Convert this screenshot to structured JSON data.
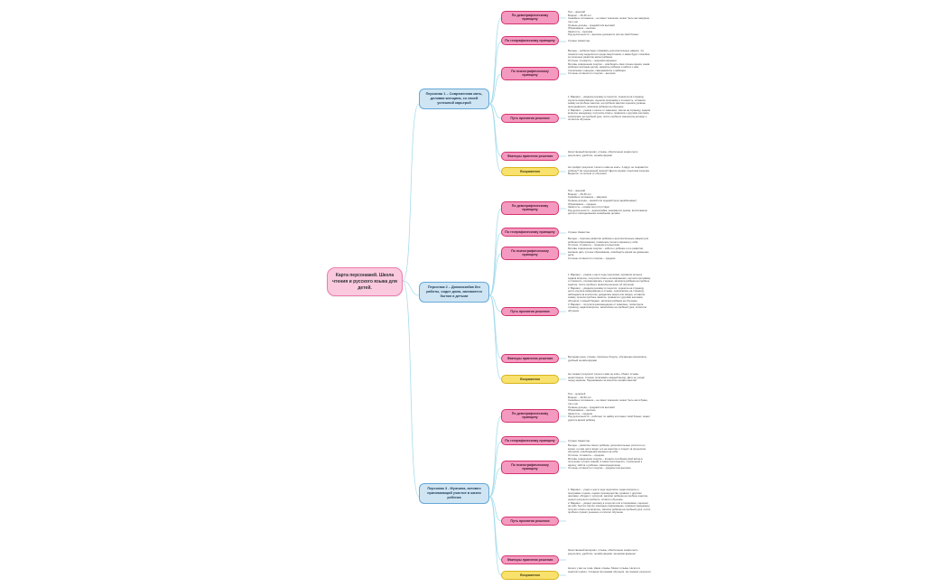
{
  "root": {
    "title": "Карта персонажей. Школа чтения и русского языка для детей."
  },
  "personas": [
    {
      "name": "Персонаж 1 – Современная мать, деловая женщина, со своей успешной карьерой",
      "branches": [
        {
          "label": "По демографическому принципу",
          "text": "Пол – женский\nВозраст – 25-45 лет\nСемейное положение – не имеет значения, может быть как замужем, так и нет\nУровень дохода – средний или высокий\nОбразование – высшее\nЗанятость – высокая\nРод деятельности – высокие должности или же свой бизнес"
        },
        {
          "label": "По географическому принципу",
          "text": "Страна: Казахстан"
        },
        {
          "label": "По психографическому принципу",
          "text": "Выгоды – ребёнок будет осваивать дополнительные навыки, что позволит ему выделяться среди сверстников, и мама будет спокойна за успешное развитие жизни ребёнка.\nОтличие, стоимость – экономия времени.\nМотивы совершения покупки – освободить своё личное время, заняв ребёнка полезным делом, развитие ребёнка и забота о нём, стремление к карьере, саморазвитию и амбиции.\nСтепень готовности к покупке – высокая"
        },
        {
          "label": "Путь принятия решения",
          "text": "1. Вариант – увидела рекламу в соцсетях, перешла на страницу, изучила информацию, оценила программу и стоимость, оставила заявку на пробное занятие, на пробном занятии оценила уровень преподавателя, записала ребёнка на обучение.\n2. Вариант – узнала о школе от знакомых, зашла на страницу, задала вопросы менеджеру, получила ответы, сравнила с другими школами, записалась на пробный урок, после пробного заключила договор и оплатила обучение"
        },
        {
          "label": "Факторы принятия решения",
          "text": "Качественный материал, отзывы, обеспечение конкретного результата, удобство, онлайн-формат"
        },
        {
          "label": "Возражения",
          "text": "Не пройдёт результат. Нечего к вам не ехать. А вдруг не понравится ребёнку? Не подходящий период? Другие кружки и высокая загрузка. Вырастет ли польза от обучения"
        }
      ]
    },
    {
      "name": "Персонаж 2 – Домохозяйка без работы, сидит дома, занимается бытом и детьми",
      "branches": [
        {
          "label": "По демографическому принципу",
          "text": "Пол – женский\nВозраст – 25-45 лет\nСемейное положение – замужем\nУровень дохода – низкий или средний (муж зарабатывает)\nОбразование – среднее\nЗанятость – низкая или отсутствует\nРод деятельности – домохозяйка, занимается домом, воспитанием детей и повседневными семейными делами"
        },
        {
          "label": "По географическому принципу",
          "text": "Страна: Казахстан"
        },
        {
          "label": "По психографическому принципу",
          "text": "Выгоды – хорошее развитие ребёнка и дополнительные навыки для ребёнка (образование), появление личного времени у себя.\nОтличие, стоимость – средняя или высокая.\nМотивы совершения покупки – забота о ребёнке и его развитии, желание дать лучшее образование, освободить время на домашние дела.\nСтепень готовности к покупке – средняя"
        },
        {
          "label": "Путь принятия решения",
          "text": "1. Вариант – узнала о нас в ходе переписки, проявила интерес, задала вопросы, получила ответы на возражения, изучила программу и стоимость, посоветовалась с мужем, записала ребёнка на пробное занятие, после пробного приняла решение об обучении.\n2. Вариант – увидела рекламу в соцсетях, перешла на страницу, долго изучала информацию и отзывы, подписалась на страницу, наблюдала за контентом, дождалась акции или скидки, оставила заявку, прошла пробное занятие, сравнила с другими школами, обсудила с семьёй бюджет, записала ребёнка на обучение.\n3. Вариант – получила рекомендацию от знакомых, посмотрела страницу, задала вопросы, записалась на пробный урок, оплатила обучение"
        },
        {
          "label": "Факторы принятия решения",
          "text": "Выгодная цена, отзывы, приятные бонусы, обучающие материалы, удобный онлайн-формат"
        },
        {
          "label": "Возражения",
          "text": "Не покажет результат. Нечего к вам не ехать. Может отзывы ненастоящие. Сложно оплачивать каждый месяц. Дети не усидят перед экраном. Переживания за качество онлайн-занятий"
        }
      ]
    },
    {
      "name": "Персонаж 3 - Мужчина, активно принимающий участие в жизни ребенка",
      "branches": [
        {
          "label": "По демографическому принципу",
          "text": "Пол – мужской\nВозраст – 30-50 лет\nСемейное положение – не имеет значения, может быть как в браке, так и нет\nУровень дохода – средний или высокий\nОбразование – высшее\nЗанятость – средняя\nРод деятельности – работает по найму или имеет свой бизнес, может уделять время ребёнку"
        },
        {
          "label": "По географическому принципу",
          "text": "Страна: Казахстан"
        },
        {
          "label": "По психографическому принципу",
          "text": "Выгоды – развитие своего ребёнка, дополнительные успехи в его жизни, он сам часто видит его на занятиях и следит за процессом обучения, освобождение времени на себя.\nОтличие, стоимость – средняя.\nМотивы совершения покупки – вложить в ребёнка свой вклад в получение лучших знаний, в самостоятельность, стремление к идеалу, забота о ребёнке, самоопределение.\nСтепень готовности к покупке – средняя или высокая"
        },
        {
          "label": "Путь принятия решения",
          "text": "1. Вариант – узнал о нас в ходе переписки, задал вопросы о программе и ценах, оценил преимущества, сравнил с другими школами, обсудил с супругой, записал ребёнка на пробное занятие, оценил результат пробного, оплатил обучение.\n2. Вариант – увидел рекламу в соцсетях или в поисковике, перешёл на сайт, быстро изучил ключевую информацию, позвонил менеджеру, получил ответы на вопросы, записал ребёнка на пробный урок, после пробного принял решение и оплатил обучение"
        },
        {
          "label": "Факторы принятия решения",
          "text": "Качественный материал, отзывы, обеспечение конкретного результата, удобство, онлайн-формат, экономия времени"
        },
        {
          "label": "Возражения",
          "text": "Нечего у вас не тема. Наши отзывы. Может отзывы. Нечего в занятиях нового. Сложная программа обучения. Не покажет результат"
        }
      ]
    }
  ]
}
